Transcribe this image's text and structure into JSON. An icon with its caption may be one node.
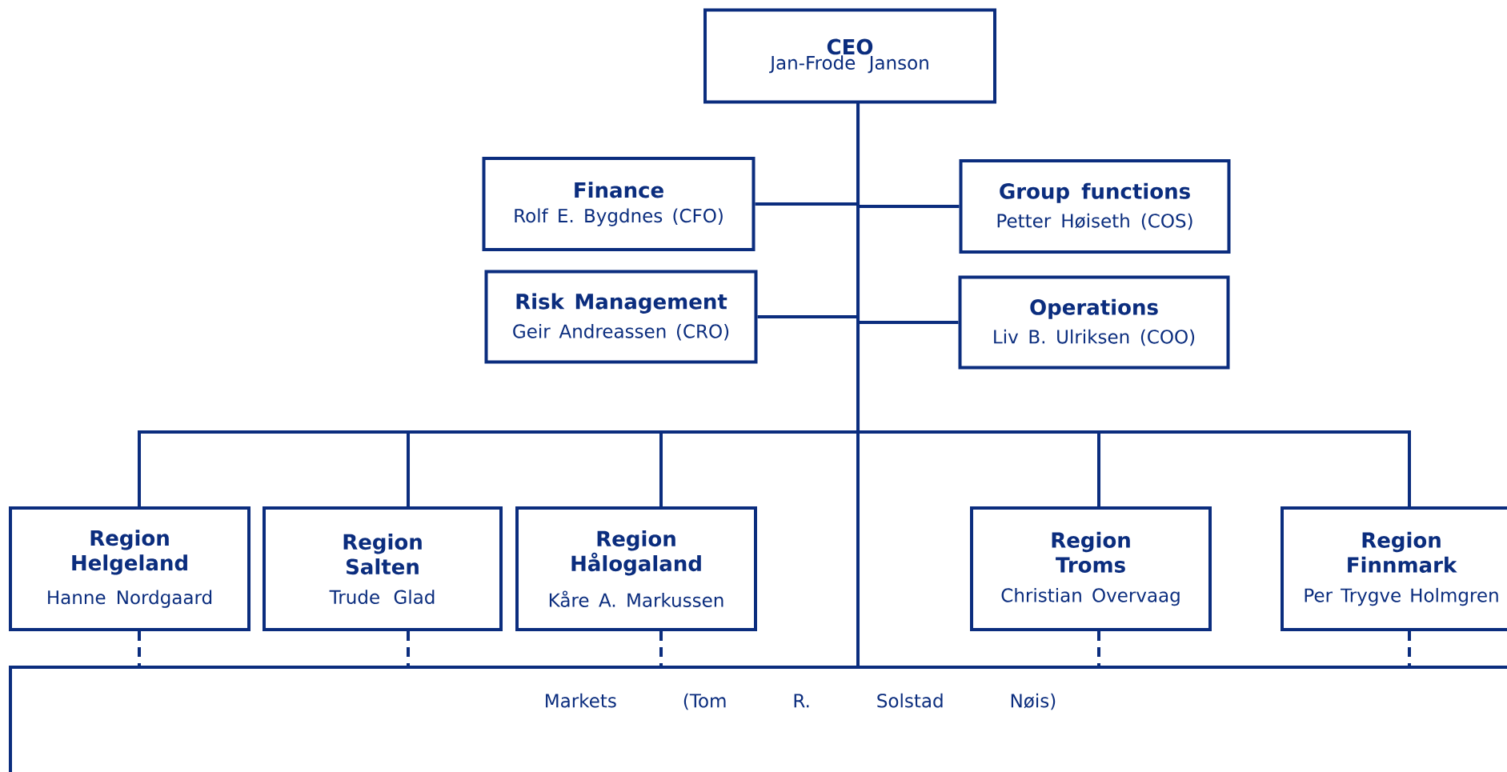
{
  "diagram": {
    "nodes": [
      {
        "text": [
          "CEO",
          "Jan-Frode Janson"
        ]
      },
      {
        "text": [
          "Finance",
          "Rolf E. Bygdnes (CFO)"
        ]
      },
      {
        "text": [
          "Group functions",
          "Petter Høiseth (COS)"
        ]
      },
      {
        "text": [
          "Risk Management",
          "Geir Andreassen (CRO)"
        ]
      },
      {
        "text": [
          "Operations",
          "Liv B. Ulriksen (COO)"
        ]
      },
      {
        "text": [
          "Region Helgeland",
          "Hanne Nordgaard"
        ]
      },
      {
        "text": [
          "Region Salten",
          "Trude Glad"
        ]
      },
      {
        "text": [
          "Region Hålogaland",
          "Kåre A. Markussen"
        ]
      },
      {
        "text": [
          "Region Troms",
          "Christian Overvaag"
        ]
      },
      {
        "text": [
          "Region Finnmark",
          "Per Trygve Holmgren"
        ]
      },
      {
        "text": [
          "Markets (Tom R. Solstad Nøis)"
        ]
      }
    ],
    "edges": [
      {
        "from": 0,
        "to": 1,
        "arrow": "none"
      },
      {
        "from": 0,
        "to": 2,
        "arrow": "none"
      },
      {
        "from": 0,
        "to": 3,
        "arrow": "none"
      },
      {
        "from": 0,
        "to": 4,
        "arrow": "none"
      },
      {
        "from": 0,
        "to": 5,
        "arrow": "none"
      },
      {
        "from": 0,
        "to": 6,
        "arrow": "none"
      },
      {
        "from": 0,
        "to": 7,
        "arrow": "none"
      },
      {
        "from": 0,
        "to": 8,
        "arrow": "none"
      },
      {
        "from": 0,
        "to": 9,
        "arrow": "none"
      },
      {
        "from": 0,
        "to": 10,
        "arrow": "none"
      },
      {
        "from": 5,
        "to": 10,
        "arrow": "none",
        "style": "dashed"
      },
      {
        "from": 6,
        "to": 10,
        "arrow": "none",
        "style": "dashed"
      },
      {
        "from": 7,
        "to": 10,
        "arrow": "none",
        "style": "dashed"
      },
      {
        "from": 8,
        "to": 10,
        "arrow": "none",
        "style": "dashed"
      },
      {
        "from": 9,
        "to": 10,
        "arrow": "none",
        "style": "dashed"
      }
    ]
  }
}
